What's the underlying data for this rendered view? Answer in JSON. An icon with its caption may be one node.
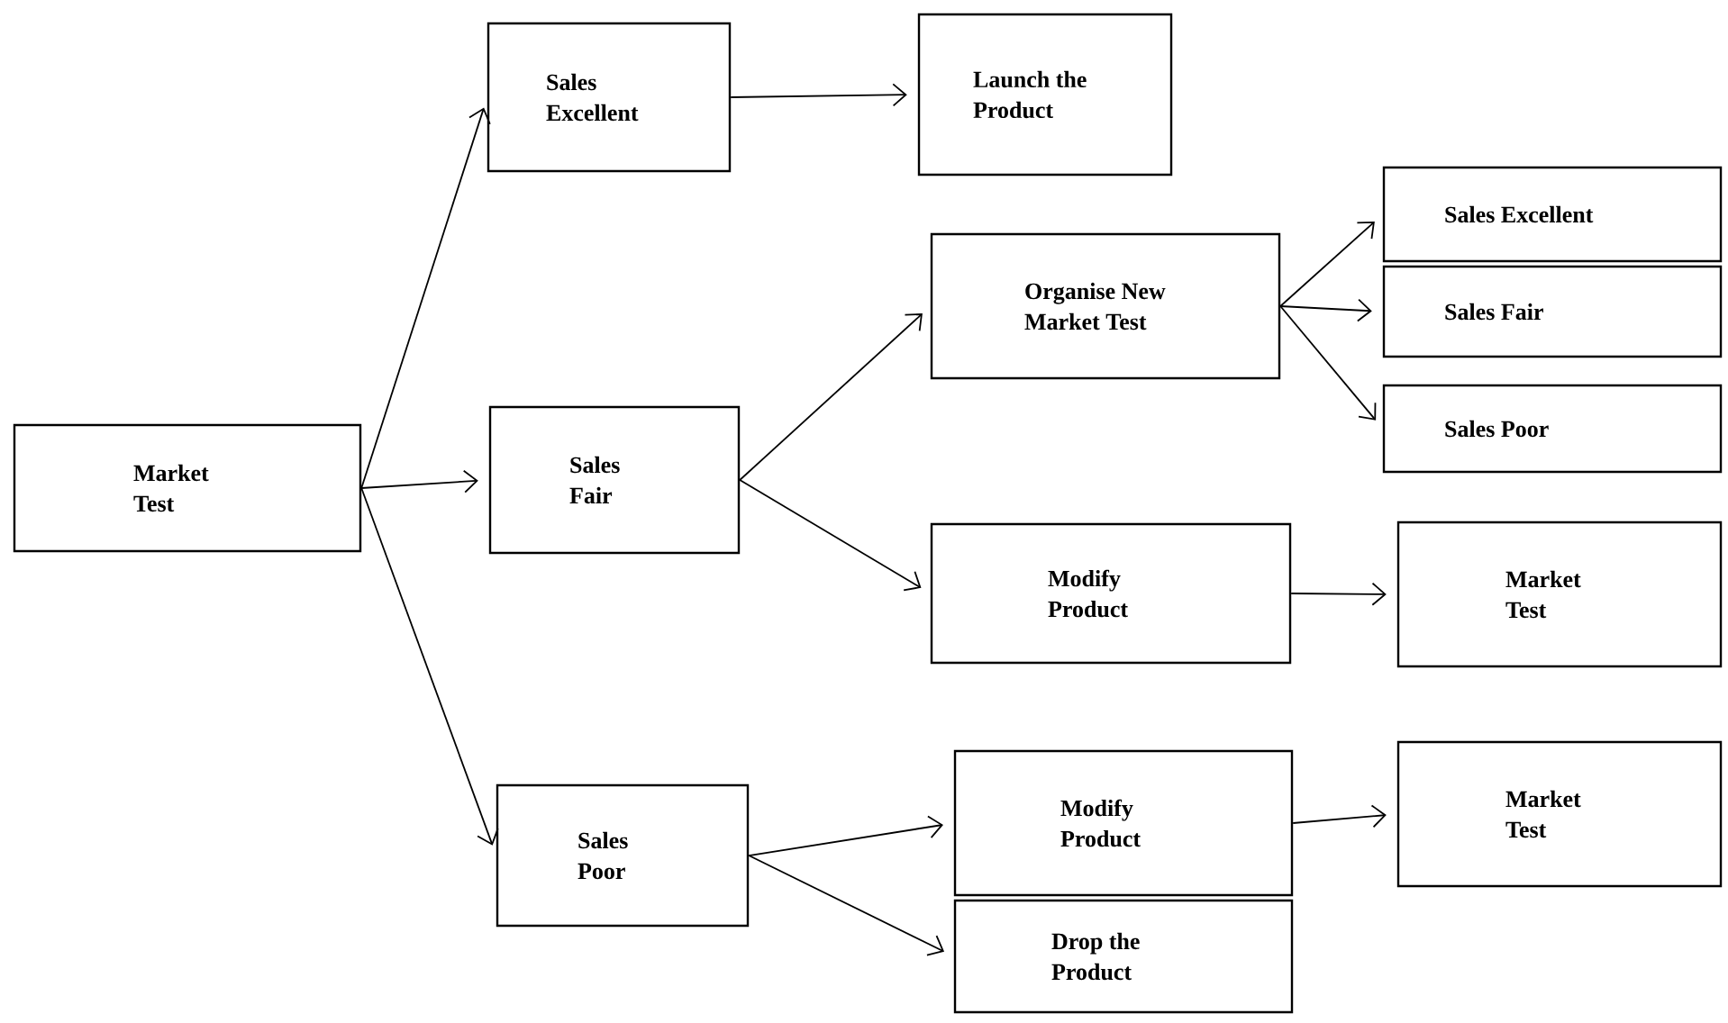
{
  "diagram": {
    "nodes": [
      {
        "text": [
          "Market Test"
        ]
      },
      {
        "text": [
          "Sales Excellent"
        ]
      },
      {
        "text": [
          "Launch the Product"
        ]
      },
      {
        "text": [
          "Sales Fair"
        ]
      },
      {
        "text": [
          "Organise New Market Test"
        ]
      },
      {
        "text": [
          "Sales Excellent"
        ]
      },
      {
        "text": [
          "Sales Fair"
        ]
      },
      {
        "text": [
          "Sales Poor"
        ]
      },
      {
        "text": [
          "Modify Product"
        ]
      },
      {
        "text": [
          "Market Test"
        ]
      },
      {
        "text": [
          "Sales Poor"
        ]
      },
      {
        "text": [
          "Modify Product"
        ]
      },
      {
        "text": [
          "Market Test"
        ]
      },
      {
        "text": [
          "Drop the Product"
        ]
      }
    ],
    "edges": [
      {
        "from": 0,
        "to": 1,
        "arrow": "to"
      },
      {
        "from": 0,
        "to": 3,
        "arrow": "to"
      },
      {
        "from": 0,
        "to": 10,
        "arrow": "to"
      },
      {
        "from": 1,
        "to": 2,
        "arrow": "to"
      },
      {
        "from": 3,
        "to": 4,
        "arrow": "to"
      },
      {
        "from": 3,
        "to": 8,
        "arrow": "to"
      },
      {
        "from": 4,
        "to": 5,
        "arrow": "to"
      },
      {
        "from": 4,
        "to": 6,
        "arrow": "to"
      },
      {
        "from": 4,
        "to": 7,
        "arrow": "to"
      },
      {
        "from": 8,
        "to": 9,
        "arrow": "to"
      },
      {
        "from": 10,
        "to": 11,
        "arrow": "to"
      },
      {
        "from": 10,
        "to": 13,
        "arrow": "to"
      },
      {
        "from": 11,
        "to": 12,
        "arrow": "to"
      }
    ]
  }
}
